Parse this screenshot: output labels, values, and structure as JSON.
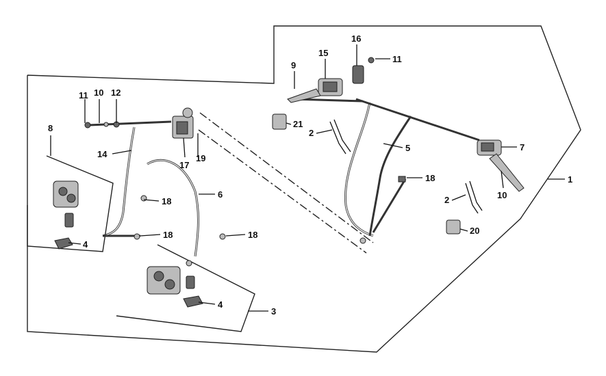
{
  "diagram": {
    "callouts": [
      {
        "id": "c1",
        "text": "1"
      },
      {
        "id": "c2a",
        "text": "2"
      },
      {
        "id": "c2b",
        "text": "2"
      },
      {
        "id": "c3",
        "text": "3"
      },
      {
        "id": "c4a",
        "text": "4"
      },
      {
        "id": "c4b",
        "text": "4"
      },
      {
        "id": "c5",
        "text": "5"
      },
      {
        "id": "c6",
        "text": "6"
      },
      {
        "id": "c7",
        "text": "7"
      },
      {
        "id": "c8",
        "text": "8"
      },
      {
        "id": "c9",
        "text": "9"
      },
      {
        "id": "c10a",
        "text": "10"
      },
      {
        "id": "c10b",
        "text": "10"
      },
      {
        "id": "c11a",
        "text": "11"
      },
      {
        "id": "c11b",
        "text": "11"
      },
      {
        "id": "c12",
        "text": "12"
      },
      {
        "id": "c14",
        "text": "14"
      },
      {
        "id": "c15",
        "text": "15"
      },
      {
        "id": "c16",
        "text": "16"
      },
      {
        "id": "c17",
        "text": "17"
      },
      {
        "id": "c18a",
        "text": "18"
      },
      {
        "id": "c18b",
        "text": "18"
      },
      {
        "id": "c18c",
        "text": "18"
      },
      {
        "id": "c18d",
        "text": "18"
      },
      {
        "id": "c19",
        "text": "19"
      },
      {
        "id": "c20",
        "text": "20"
      },
      {
        "id": "c21",
        "text": "21"
      }
    ]
  }
}
